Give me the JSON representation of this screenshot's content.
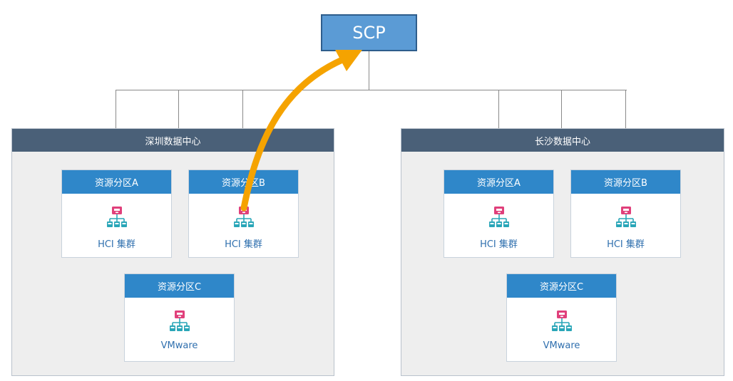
{
  "scp": {
    "label": "SCP"
  },
  "datacenters": [
    {
      "name": "深圳数据中心",
      "partitions": [
        {
          "title": "资源分区A",
          "label": "HCI 集群"
        },
        {
          "title": "资源分区B",
          "label": "HCI 集群"
        },
        {
          "title": "资源分区C",
          "label": "VMware"
        }
      ]
    },
    {
      "name": "长沙数据中心",
      "partitions": [
        {
          "title": "资源分区A",
          "label": "HCI 集群"
        },
        {
          "title": "资源分区B",
          "label": "HCI 集群"
        },
        {
          "title": "资源分区C",
          "label": "VMware"
        }
      ]
    }
  ],
  "colors": {
    "scp_fill": "#5b9bd5",
    "dc_header": "#4a6078",
    "partition_header": "#2f87c9",
    "icon_pink": "#e0407b",
    "icon_teal": "#2aa6b8",
    "arrow": "#f5a300"
  },
  "icons": {
    "cluster": "cluster-icon",
    "arrow": "migration-arrow"
  }
}
